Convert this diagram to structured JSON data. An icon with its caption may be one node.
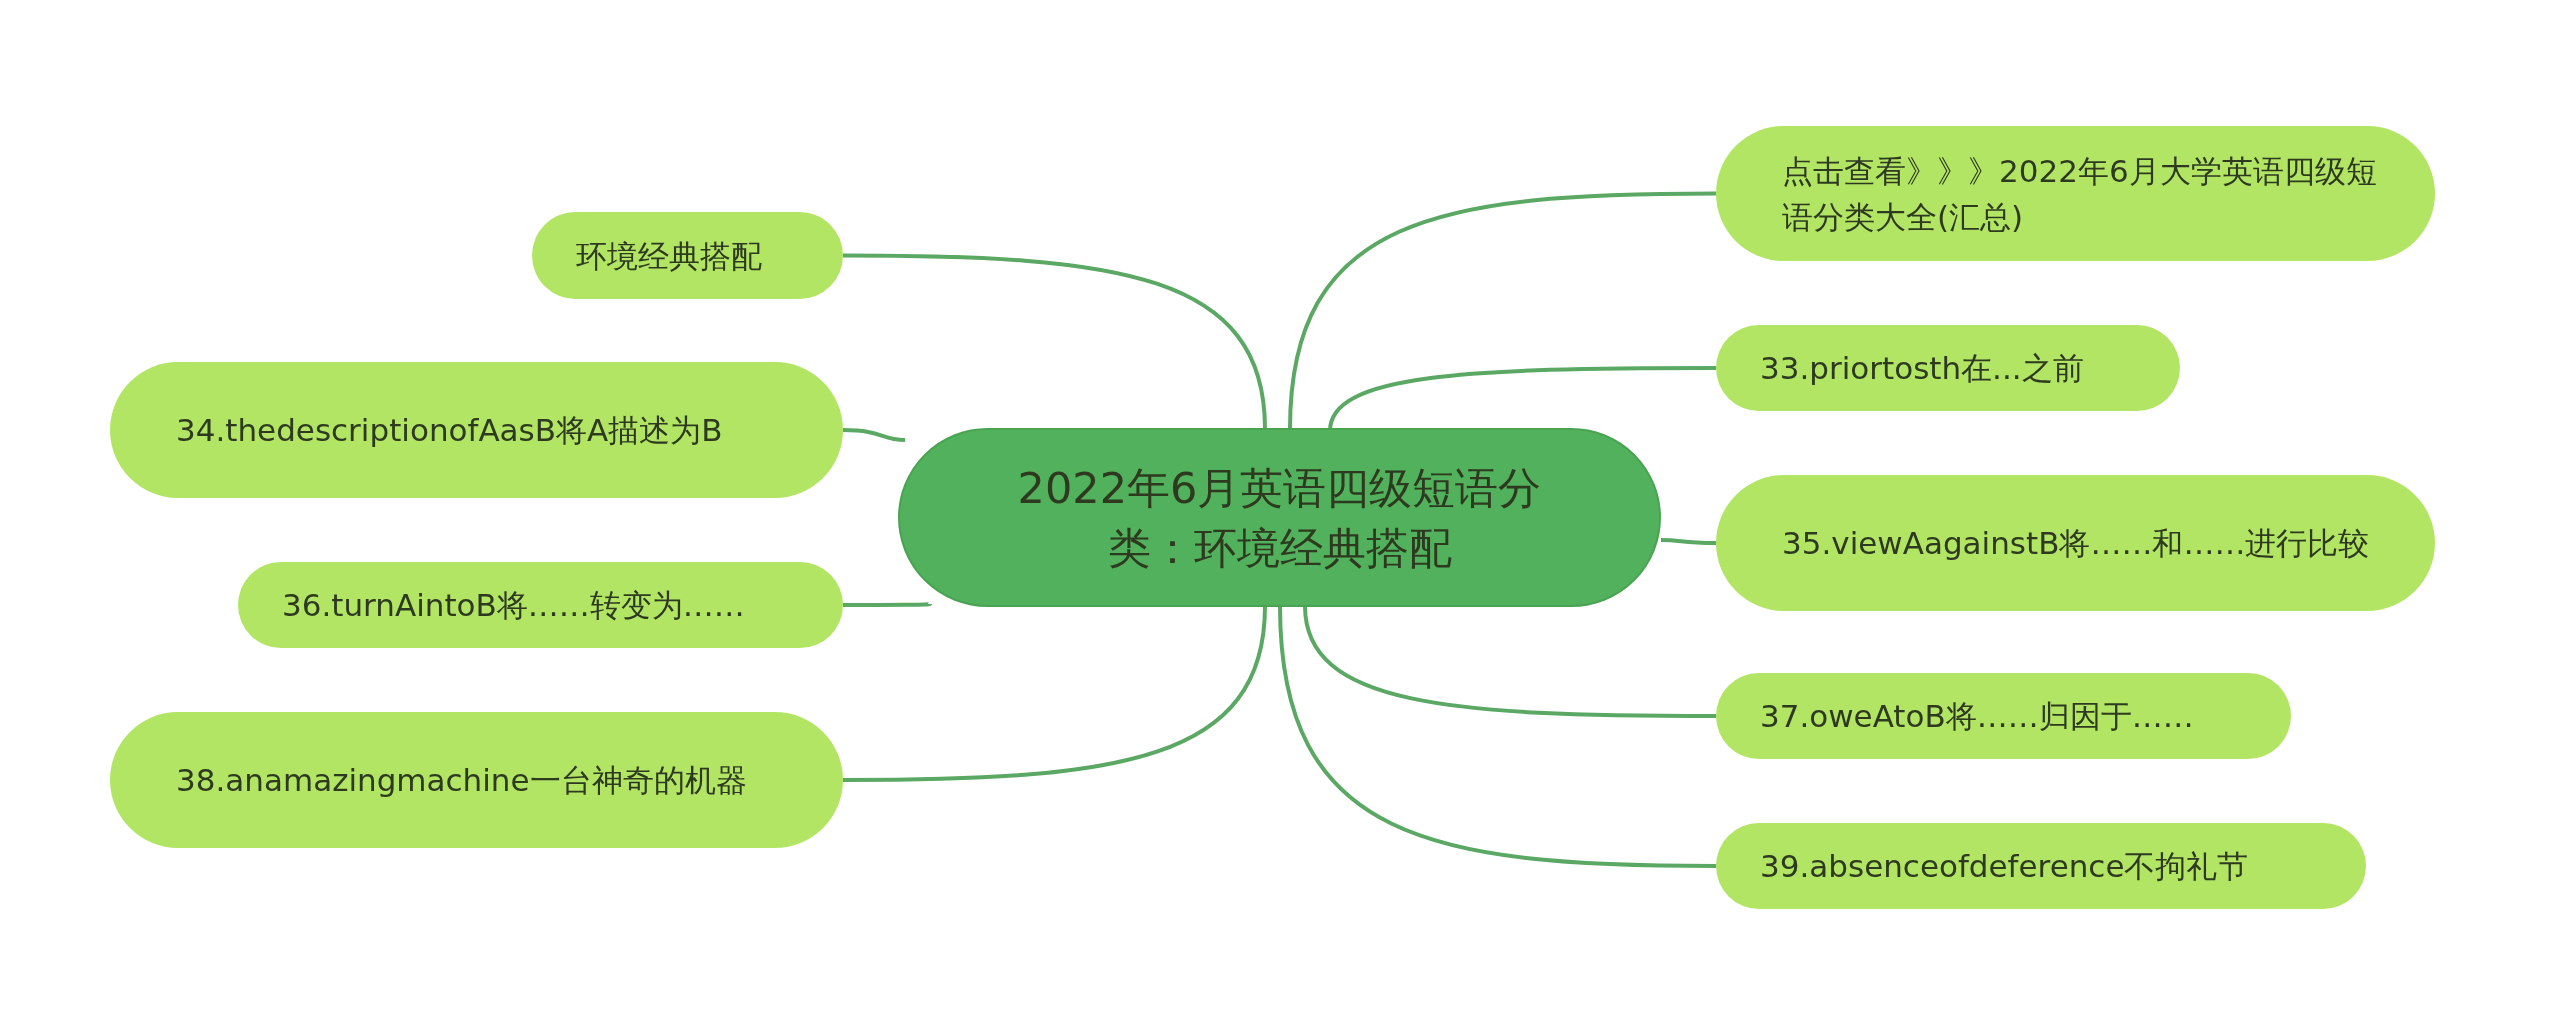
{
  "diagram": {
    "nodes": [
      {
        "text": [
          "2022年6月英语四级短语分类：环境经典搭配"
        ]
      },
      {
        "text": [
          "环境经典搭配"
        ]
      },
      {
        "text": [
          "34.thedescriptionofAasB将A描述为B"
        ]
      },
      {
        "text": [
          "36.turnAintoB将……转变为……"
        ]
      },
      {
        "text": [
          "38.anamazingmachine一台神奇的机器"
        ]
      },
      {
        "text": [
          "点击查看》》》2022年6月大学英语四级短语分类大全(汇总)"
        ]
      },
      {
        "text": [
          "33.priortosth在...之前"
        ]
      },
      {
        "text": [
          "35.viewAagainstB将……和……进行比较"
        ]
      },
      {
        "text": [
          "37.oweAtoB将……归因于……"
        ]
      },
      {
        "text": [
          "39.absenceofdeference不拘礼节"
        ]
      }
    ],
    "edges": [
      {
        "from": 0,
        "to": 1,
        "arrow": "none"
      },
      {
        "from": 0,
        "to": 2,
        "arrow": "none"
      },
      {
        "from": 0,
        "to": 3,
        "arrow": "none"
      },
      {
        "from": 0,
        "to": 4,
        "arrow": "none"
      },
      {
        "from": 0,
        "to": 5,
        "arrow": "none"
      },
      {
        "from": 0,
        "to": 6,
        "arrow": "none"
      },
      {
        "from": 0,
        "to": 7,
        "arrow": "none"
      },
      {
        "from": 0,
        "to": 8,
        "arrow": "none"
      },
      {
        "from": 0,
        "to": 9,
        "arrow": "none"
      }
    ]
  }
}
